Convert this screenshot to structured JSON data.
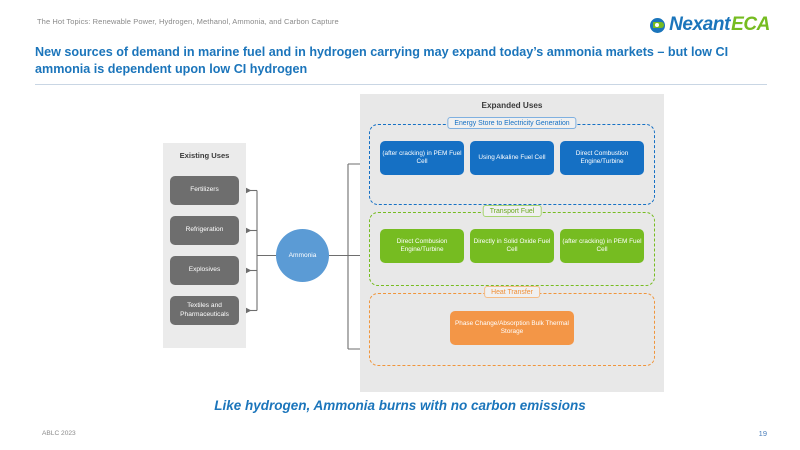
{
  "header": {
    "kicker": "The Hot Topics: Renewable Power, Hydrogen, Methanol, Ammonia, and Carbon Capture",
    "logo": {
      "icon": "nexant-circle-logo-icon",
      "primary_text": "Nexant",
      "secondary_text": "ECA",
      "primary_color": "#1b75bb",
      "secondary_color": "#76bc21"
    },
    "title": "New sources of demand in marine fuel and in hydrogen carrying may expand today’s ammonia markets – but low CI ammonia is dependent upon low CI hydrogen",
    "title_color": "#1b75bb"
  },
  "diagram": {
    "center_node": {
      "label": "Ammonia",
      "color": "#5b9bd5"
    },
    "existing_uses": {
      "title": "Existing Uses",
      "panel_color": "#ebebeb",
      "box_color": "#6e6e6e",
      "items": [
        {
          "label": "Fertilizers"
        },
        {
          "label": "Refrigeration"
        },
        {
          "label": "Explosives"
        },
        {
          "label": "Textiles and Pharmaceuticals"
        }
      ]
    },
    "expanded_uses": {
      "title": "Expanded Uses",
      "panel_color": "#e8e8e8",
      "groups": [
        {
          "label": "Energy Store to Electricity Generation",
          "color": "#1570c4",
          "cards": [
            {
              "label": "(after cracking) in PEM Fuel Cell"
            },
            {
              "label": "Using Alkaline Fuel Cell"
            },
            {
              "label": "Direct Combustion Engine/Turbine"
            }
          ]
        },
        {
          "label": "Transport Fuel",
          "color": "#76bc21",
          "cards": [
            {
              "label": "Direct Combusion Engine/Turbine"
            },
            {
              "label": "Directly in Solid Oxide Fuel Cell"
            },
            {
              "label": "(after cracking) in PEM Fuel Cell"
            }
          ]
        },
        {
          "label": "Heat Transfer",
          "color": "#f0953c",
          "cards": [
            {
              "label": "Phase Change/Absorption Bulk Thermal Storage"
            }
          ]
        }
      ]
    }
  },
  "footer": {
    "tagline": "Like hydrogen, Ammonia burns with no carbon emissions",
    "tagline_color": "#1b75bb",
    "left_note": "ABLC 2023",
    "page_number": "19"
  }
}
